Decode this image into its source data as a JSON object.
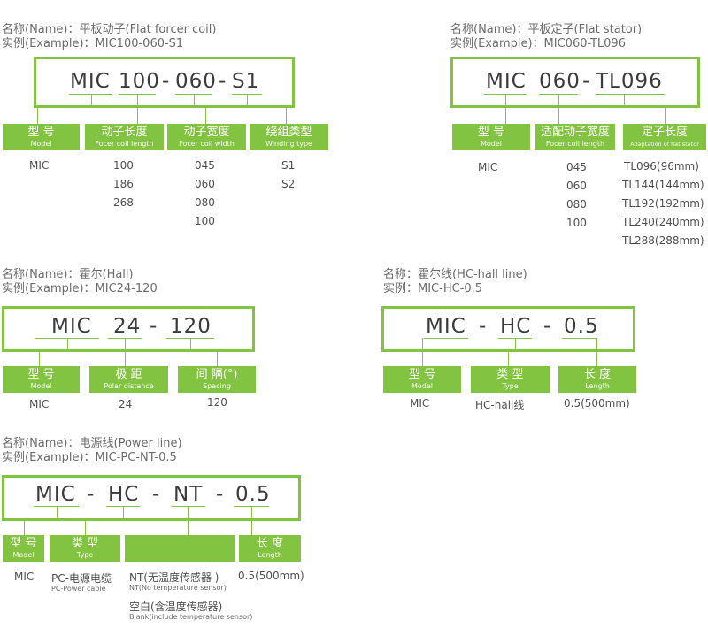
{
  "accent": "#82c341",
  "s1": {
    "title": "名称(Name)：平板动子(Flat  forcer coil)",
    "example": "实例(Example)：MIC100-060-S1",
    "code": [
      "MIC",
      "100",
      "-",
      "060",
      "-",
      "S1"
    ],
    "tags": [
      {
        "cn": "型  号",
        "en": "Model"
      },
      {
        "cn": "动子长度",
        "en": "Focer coil length"
      },
      {
        "cn": "动子宽度",
        "en": "Focer coil width"
      },
      {
        "cn": "绕组类型",
        "en": "Winding type"
      }
    ],
    "values": [
      [
        "MIC"
      ],
      [
        "100",
        "186",
        "268"
      ],
      [
        "045",
        "060",
        "080",
        "100"
      ],
      [
        "S1",
        "S2"
      ]
    ]
  },
  "s2": {
    "title": "名称(Name)：平板定子(Flat stator)",
    "example": "实例(Example)：MIC060-TL096",
    "code": [
      "MIC",
      "060",
      "-",
      "TL096"
    ],
    "tags": [
      {
        "cn": "型  号",
        "en": "Model"
      },
      {
        "cn": "适配动子宽度",
        "en": "Focer coil length"
      },
      {
        "cn": "定子长度",
        "en": "Adaptation of flat stator width"
      }
    ],
    "values": [
      [
        "MIC"
      ],
      [
        "045",
        "060",
        "080",
        "100"
      ],
      [
        "TL096(96mm)",
        "TL144(144mm)",
        "TL192(192mm)",
        "TL240(240mm)",
        "TL288(288mm)"
      ]
    ]
  },
  "s3": {
    "title": "名称(Name)：霍尔(Hall)",
    "example": "实例(Example)：MIC24-120",
    "code": [
      "MIC",
      "24",
      "-",
      "120"
    ],
    "tags": [
      {
        "cn": "型  号",
        "en": "Model"
      },
      {
        "cn": "极  距",
        "en": "Polar distance"
      },
      {
        "cn": "间  隔(°)",
        "en": "Spacing"
      }
    ],
    "values": [
      [
        "MIC"
      ],
      [
        "24"
      ],
      [
        "120"
      ]
    ]
  },
  "s4": {
    "title": "名称：霍尔线(HC-hall line)",
    "example": "实例：MIC-HC-0.5",
    "code": [
      "MIC",
      "-",
      "HC",
      "-",
      "0.5"
    ],
    "tags": [
      {
        "cn": "型  号",
        "en": "Model"
      },
      {
        "cn": "类  型",
        "en": "Type"
      },
      {
        "cn": "长  度",
        "en": "Length"
      }
    ],
    "values": [
      [
        "MIC"
      ],
      [
        "HC-hall线"
      ],
      [
        "0.5(500mm)"
      ]
    ]
  },
  "s5": {
    "title": "名称(Name)：电源线(Power line)",
    "example": "实例(Example)：MIC-PC-NT-0.5",
    "code": [
      "MIC",
      "-",
      "HC",
      "-",
      "NT",
      "-",
      "0.5"
    ],
    "tags": [
      {
        "cn": "型  号",
        "en": "Model"
      },
      {
        "cn": "类  型",
        "en": "Type"
      },
      {
        "cn": "",
        "en": ""
      },
      {
        "cn": "长  度",
        "en": "Length"
      }
    ],
    "values": {
      "model": "MIC",
      "type_main": "PC-电源电缆",
      "type_sub": "PC-Power cable",
      "nt_main": "NT(无温度传感器 )",
      "nt_sub": "NT(No temperature sensor)",
      "blank_main": "空白(含温度传感器)",
      "blank_sub": "Blank(include temperature sensor)",
      "length": "0.5(500mm)"
    }
  }
}
